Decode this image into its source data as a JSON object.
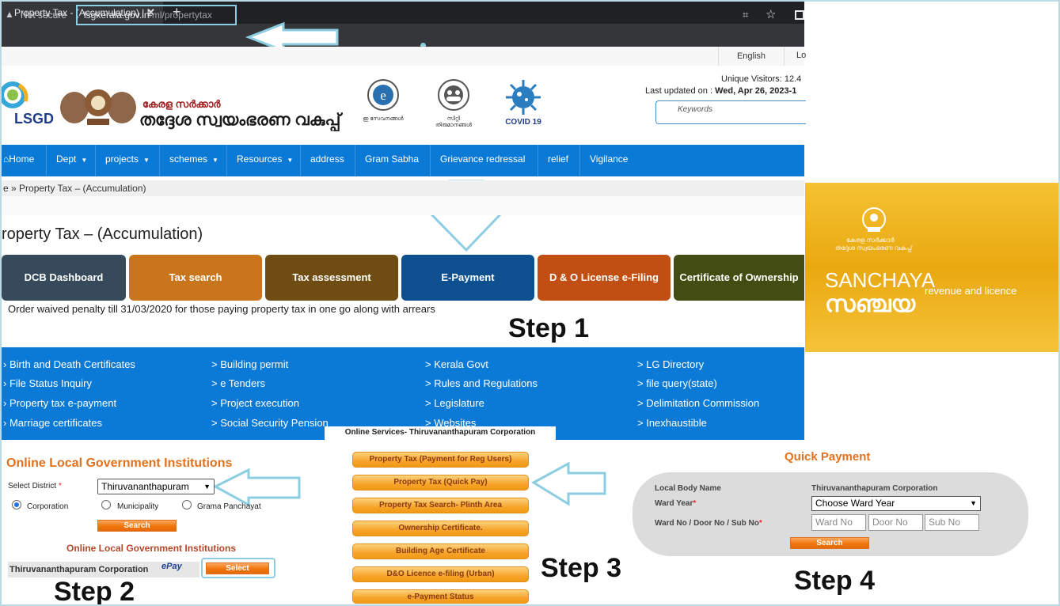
{
  "browser": {
    "tab_title": "Property Tax - (Accumulation) | L",
    "tab_close": "✕",
    "new_tab": "+",
    "not_secure": "Not secure",
    "url_domain": "lsgkerala.gov.in",
    "url_path": "/ml/propertytax"
  },
  "site": {
    "lang_english": "English",
    "lang_other": "Lo",
    "logo_text": "LSGD",
    "kerala_small": "കേരള സർക്കാർ",
    "kerala_big": "തദ്ദേശ സ്വയംഭരണ വകുപ്പ്",
    "icon_e_label": "ഇ സേവനങ്ങൾ",
    "icon_citizen_label": "സിറ്റി തിരുമാനങ്ങൾ",
    "icon_covid_label": "COVID 19",
    "unique_visitors": "Unique Visitors: 12.4",
    "last_updated_label": "Last updated on : ",
    "last_updated_value": "Wed, Apr 26, 2023-1",
    "keywords_placeholder": "Keywords"
  },
  "nav": {
    "items": [
      "Home",
      "Dept",
      "projects",
      "schemes",
      "Resources",
      "address",
      "Gram Sabha",
      "Grievance redressal",
      "relief",
      "Vigilance"
    ]
  },
  "breadcrumb": "e » Property Tax – (Accumulation)",
  "page_title": "roperty Tax – (Accumulation)",
  "tiles": [
    {
      "label": "DCB Dashboard",
      "color": "#364a5b"
    },
    {
      "label": "Tax search",
      "color": "#c8751c"
    },
    {
      "label": "Tax assessment",
      "color": "#6f4c12"
    },
    {
      "label": "E-Payment",
      "color": "#0e4f8f"
    },
    {
      "label": "D & O License e-Filing",
      "color": "#c14e12"
    },
    {
      "label": "Certificate of Ownership",
      "color": "#434c12"
    }
  ],
  "notice": "Order waived penalty till 31/03/2020 for those paying property tax in one go along with arrears",
  "steps": {
    "step1": "Step 1",
    "step2": "Step 2",
    "step3": "Step 3",
    "step4": "Step 4"
  },
  "links": {
    "col1": [
      "Birth and Death Certificates",
      "File Status Inquiry",
      "Property tax e-payment",
      "Marriage certificates"
    ],
    "col2": [
      "> Building permit",
      "> e Tenders",
      "> Project execution",
      "> Social Security Pension"
    ],
    "col3": [
      "> Kerala Govt",
      "> Rules and Regulations",
      "> Legislature",
      "> Websites"
    ],
    "col4": [
      "> LG Directory",
      "> file query(state)",
      "> Delimitation Commission",
      "> Inexhaustible"
    ]
  },
  "banner": {
    "line1": "കേരള സർക്കാർ",
    "line2": "തദ്ദേശ സ്വയംഭരണ വകുപ്പ്",
    "brand": "SANCHAYA",
    "brand_ml": "സഞ്ചയ",
    "tagline": "revenue and licence"
  },
  "olgi": {
    "title": "Online Local Government Institutions",
    "district_label": "Select District",
    "required_mark": "*",
    "district_value": "Thiruvananthapuram",
    "radio_corporation": "Corporation",
    "radio_municipality": "Municipality",
    "radio_gp": "Grama Panchayat",
    "search_button": "Search",
    "sub_title": "Online Local Government Institutions",
    "row_name": "Thiruvananthapuram Corporation",
    "epay": "ePay",
    "select_button": "Select"
  },
  "online_services": {
    "title": "Online Services- Thiruvananthapuram Corporation",
    "buttons": [
      "Property Tax (Payment for Reg Users)",
      "Property Tax (Quick Pay)",
      "Property Tax Search- Plinth Area",
      "Ownership Certificate.",
      "Building Age Certificate",
      "D&O Licence e-filing (Urban)",
      "e-Payment Status"
    ]
  },
  "quick_payment": {
    "title": "Quick Payment",
    "local_body_label": "Local Body Name",
    "local_body_value": "Thiruvananthapuram Corporation",
    "ward_year_label": "Ward Year",
    "ward_year_value": "Choose Ward Year",
    "ward_no_label": "Ward No / Door No / Sub No",
    "ward_no_placeholder": "Ward No",
    "door_no_placeholder": "Door No",
    "sub_no_placeholder": "Sub No",
    "search_button": "Search"
  },
  "colors": {
    "accent_blue": "#0b7ad6",
    "highlight_outline": "#8ccde2",
    "orange_title": "#e2711d"
  }
}
